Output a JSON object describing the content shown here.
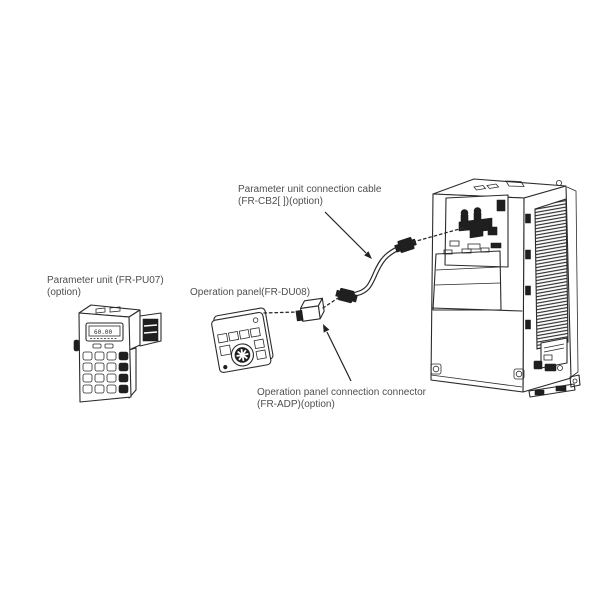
{
  "diagram": {
    "labels": {
      "cable": {
        "line1": "Parameter unit connection cable",
        "line2": "(FR-CB2[ ])(option)"
      },
      "parameter_unit": {
        "line1": "Parameter unit (FR-PU07)",
        "line2": "(option)"
      },
      "operation_panel": {
        "line1": "Operation panel(FR-DU08)"
      },
      "connector": {
        "line1": "Operation panel connection connector",
        "line2": "(FR-ADP)(option)"
      }
    },
    "devices": {
      "parameter_unit_display_value": "60.00"
    },
    "colors": {
      "line": "#2b2b2b",
      "label_text": "#4f4f4f",
      "dark_fill": "#1f1f1f",
      "background": "#ffffff"
    }
  }
}
